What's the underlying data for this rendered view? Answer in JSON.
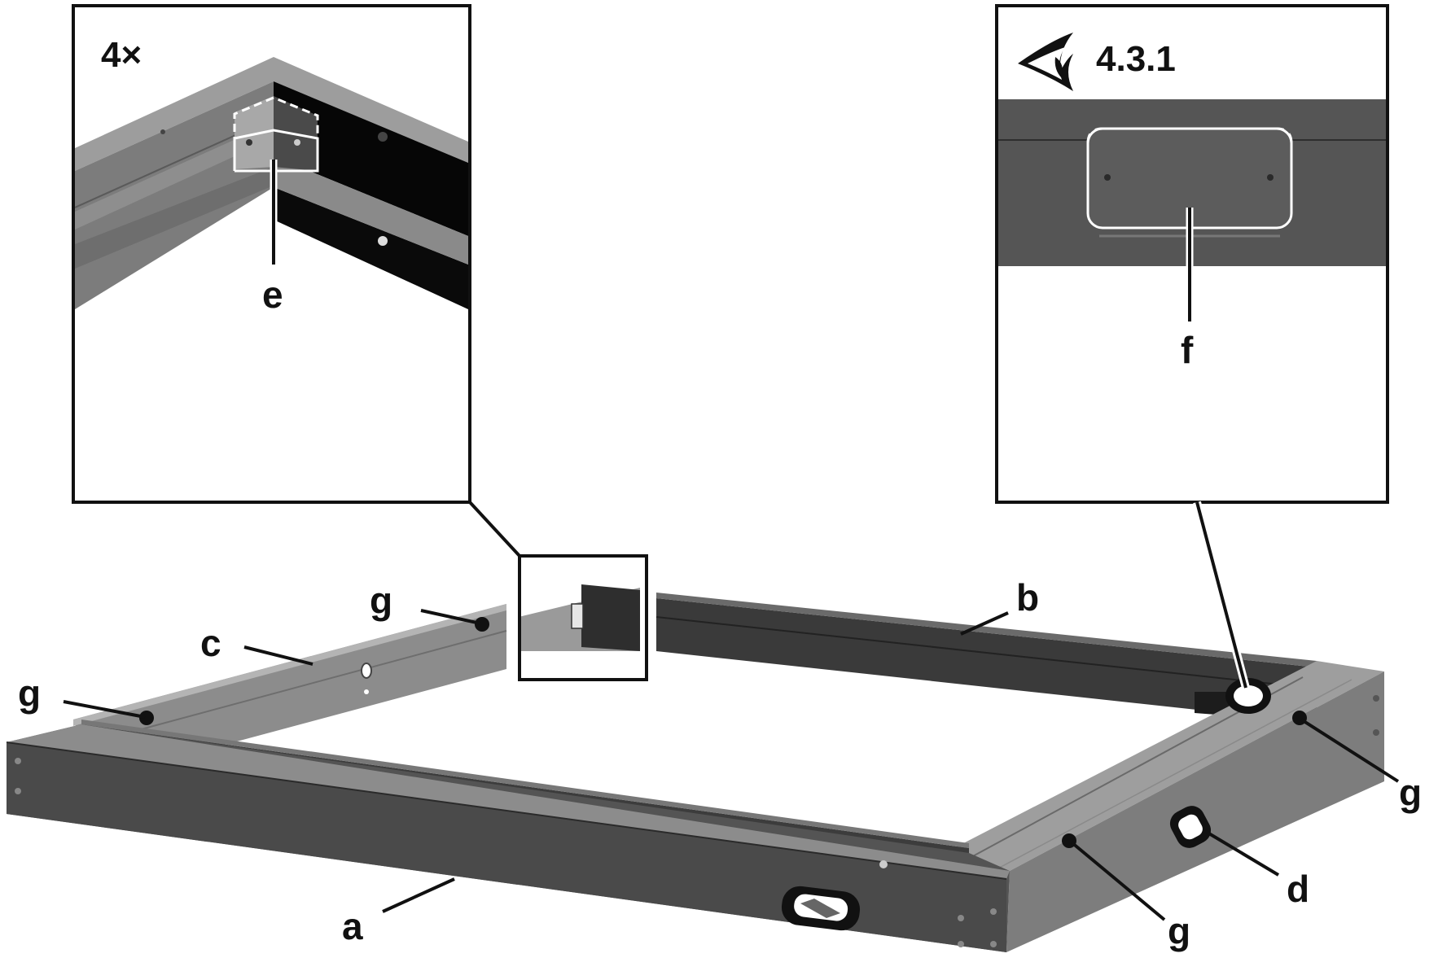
{
  "insets": {
    "left": {
      "title": "4×",
      "callout": "e"
    },
    "right": {
      "title": "4.3.1",
      "callout": "f",
      "icon": "view-eye-icon"
    }
  },
  "parts": {
    "a": "a",
    "b": "b",
    "c": "c",
    "d": "d",
    "g": "g"
  },
  "colors": {
    "line": "#111111",
    "rail_dark": "#2b2b2b",
    "rail_mid": "#4a4a4a",
    "rail_light": "#7c7c7c",
    "rail_top": "#9a9a9a",
    "black": "#050505"
  }
}
